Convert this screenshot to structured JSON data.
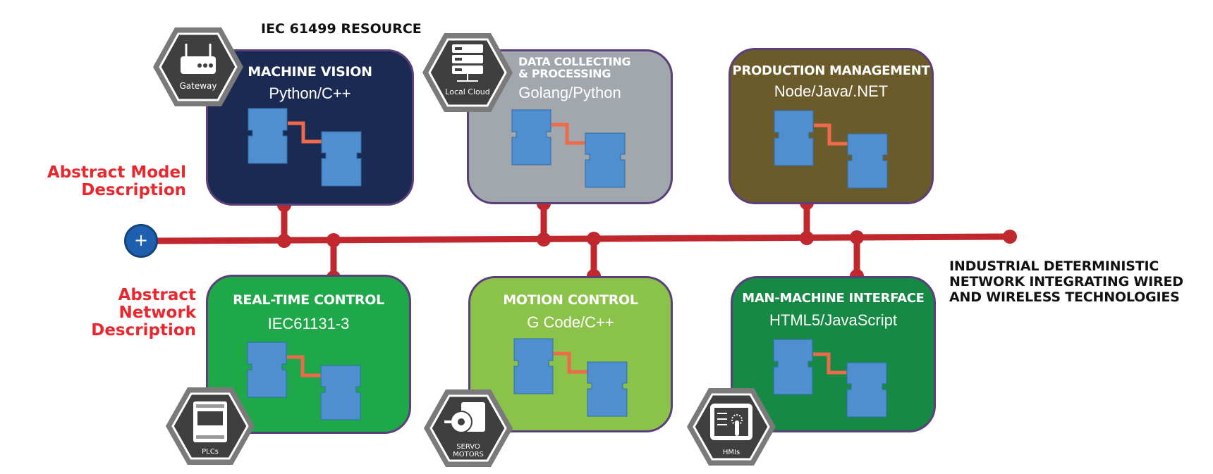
{
  "resource_label": "IEC 61499  RESOURCE",
  "left_labels": {
    "model": "Abstract Model\nDescription",
    "network": "Abstract Network\nDescription"
  },
  "network_label": "INDUSTRIAL DETERMINISTIC\nNETWORK INTEGRATING WIRED\nAND WIRELESS TECHNOLOGIES",
  "plus_button": "+",
  "colors": {
    "bus": "#c0282e",
    "line_link": "#ef6a4a",
    "fb_block": "#4f8fd0",
    "box_border": "#5b3f7a",
    "hex_outer": "#7a7a7a",
    "hex_inner": "#3f3f3f"
  },
  "boxes": [
    {
      "id": "machine-vision",
      "title": "MACHINE VISION",
      "subtitle": "Python/C++",
      "color": "#1b2a52"
    },
    {
      "id": "data-collecting",
      "title": "DATA COLLECTING\n& PROCESSING",
      "subtitle": "Golang/Python",
      "color": "#a2a7ad"
    },
    {
      "id": "production-management",
      "title": "PRODUCTION MANAGEMENT",
      "subtitle": "Node/Java/.NET",
      "color": "#6b5b2a"
    },
    {
      "id": "real-time-control",
      "title": "REAL-TIME CONTROL",
      "subtitle": "IEC61131-3",
      "color": "#1ea84a"
    },
    {
      "id": "motion-control",
      "title": "MOTION CONTROL",
      "subtitle": "G Code/C++",
      "color": "#8bc34a"
    },
    {
      "id": "man-machine-interface",
      "title": "MAN-MACHINE INTERFACE",
      "subtitle": "HTML5/JavaScript",
      "color": "#168a44"
    }
  ],
  "devices": [
    {
      "id": "gateway",
      "label": "Gateway",
      "icon": "router-icon"
    },
    {
      "id": "local-cloud",
      "label": "Local Cloud",
      "icon": "server-rack-icon"
    },
    {
      "id": "plcs",
      "label": "PLCs",
      "icon": "plc-icon"
    },
    {
      "id": "servo-motors",
      "label": "SERVO\nMOTORS",
      "icon": "servo-motor-icon"
    },
    {
      "id": "hmis",
      "label": "HMIs",
      "icon": "touch-screen-icon"
    }
  ]
}
